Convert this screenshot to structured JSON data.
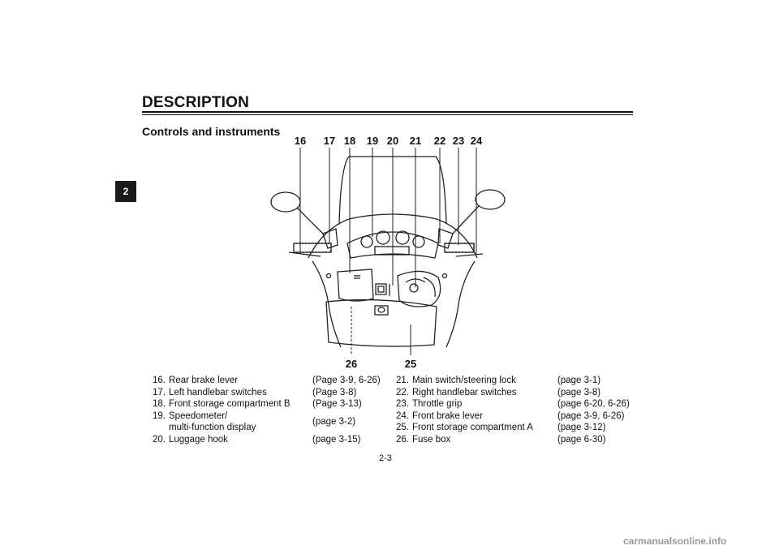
{
  "header": {
    "title": "DESCRIPTION",
    "chapter": "2"
  },
  "section": {
    "title": "Controls and instruments"
  },
  "callouts_top": [
    "16",
    "17",
    "18",
    "19",
    "20",
    "21",
    "22",
    "23",
    "24"
  ],
  "callouts_bottom": [
    "26",
    "25"
  ],
  "legend_left": [
    {
      "num": "16.",
      "text": "Rear brake lever",
      "page": "(Page 3-9, 6-26)"
    },
    {
      "num": "17.",
      "text": "Left handlebar switches",
      "page": "(Page 3-8)"
    },
    {
      "num": "18.",
      "text": "Front storage compartment B",
      "page": "(Page 3-13)"
    },
    {
      "num": "19.",
      "text": "Speedometer/",
      "text2": "multi-function display",
      "page": "(page 3-2)"
    },
    {
      "num": "20.",
      "text": "Luggage hook",
      "page": "(page 3-15)"
    }
  ],
  "legend_right": [
    {
      "num": "21.",
      "text": "Main switch/steering lock",
      "page": "(page 3-1)"
    },
    {
      "num": "22.",
      "text": "Right handlebar switches",
      "page": "(page 3-8)"
    },
    {
      "num": "23.",
      "text": "Throttle grip",
      "page": "(page 6-20, 6-26)"
    },
    {
      "num": "24.",
      "text": "Front brake lever",
      "page": "(page 3-9, 6-26)"
    },
    {
      "num": "25.",
      "text": "Front storage compartment A",
      "page": "(page 3-12)"
    },
    {
      "num": "26.",
      "text": "Fuse box",
      "page": "(page 6-30)"
    }
  ],
  "footer": {
    "page": "2-3",
    "watermark": "carmanualsonline.info"
  }
}
